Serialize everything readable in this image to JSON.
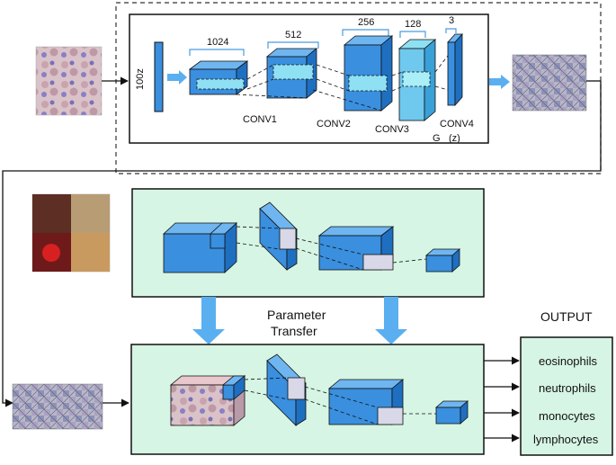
{
  "generator": {
    "input_label": "100z",
    "sizes": [
      "1024",
      "512",
      "256",
      "128",
      "3"
    ],
    "layers": [
      "CONV1",
      "CONV2",
      "CONV3",
      "CONV4"
    ],
    "g_label": "G",
    "z_label": "(z)"
  },
  "transfer": {
    "line1": "Parameter",
    "line2": "Transfer"
  },
  "output": {
    "title": "OUTPUT",
    "classes": [
      "eosinophils",
      "neutrophils",
      "monocytes",
      "lymphocytes"
    ]
  },
  "colors": {
    "cube_front": "#3a8fde",
    "cube_top": "#6fb6f0",
    "cube_side": "#1f6fc0",
    "light_cube": "#8fe0f2",
    "panel": "#d6f5e4",
    "transfer_arrow": "#5aaff0",
    "brace": "#4a9be0"
  }
}
